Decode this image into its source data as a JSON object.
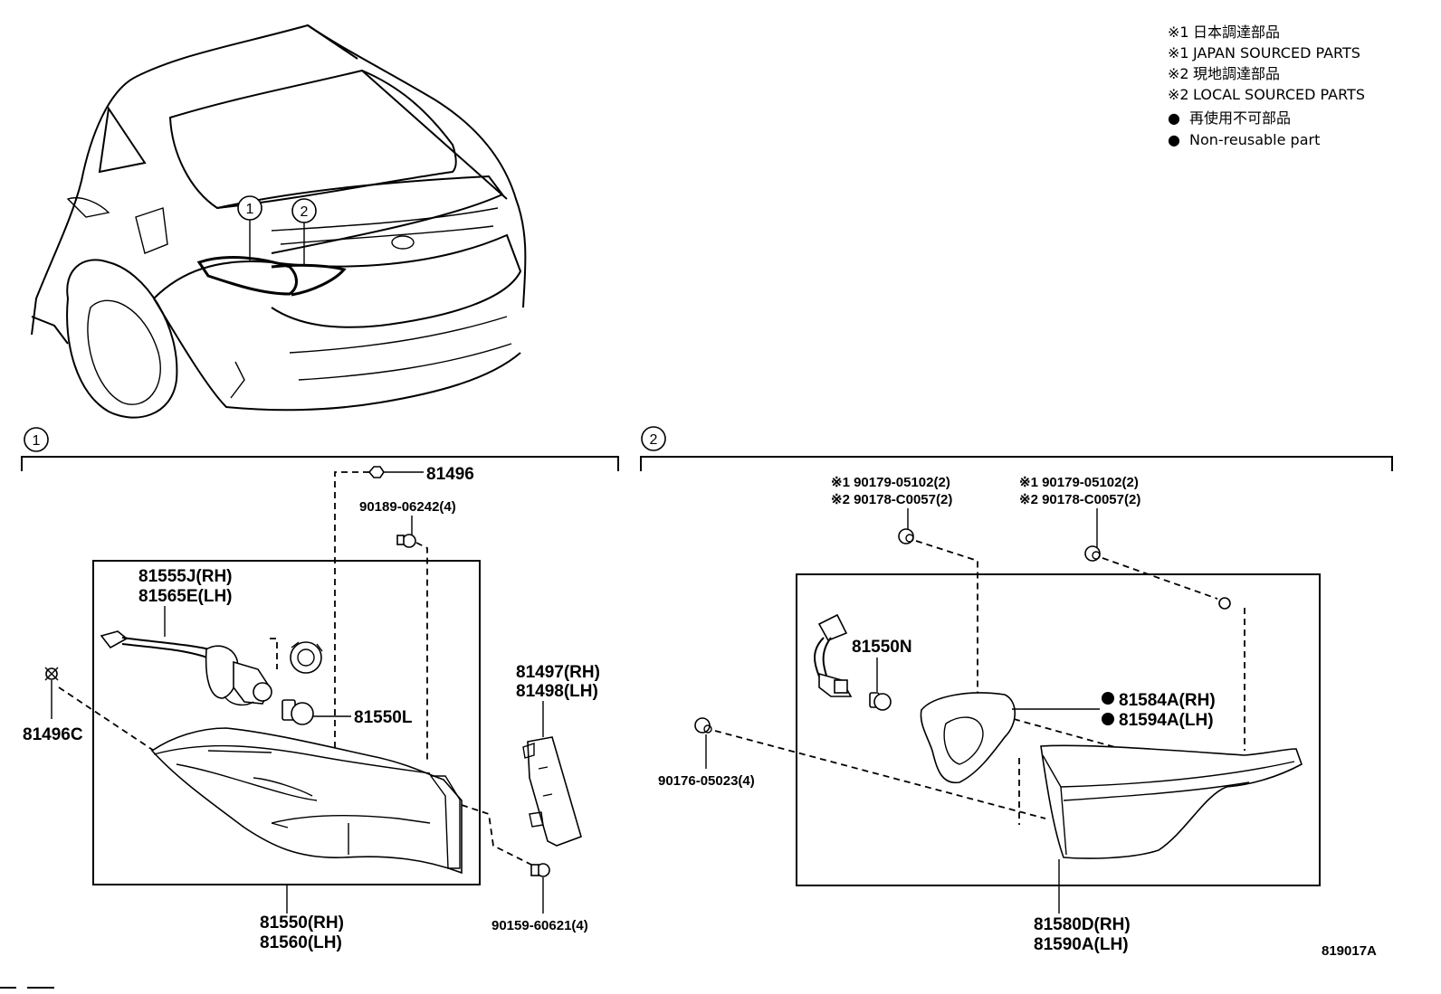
{
  "legend": [
    {
      "bullet": "※1",
      "text": "日本調達部品"
    },
    {
      "bullet": "※1",
      "text": "JAPAN SOURCED PARTS"
    },
    {
      "bullet": "※2",
      "text": "現地調達部品"
    },
    {
      "bullet": "※2",
      "text": "LOCAL SOURCED PARTS"
    },
    {
      "bullet": "●",
      "text": "再使用不可部品"
    },
    {
      "bullet": "●",
      "text": "Non-reusable part"
    }
  ],
  "callouts": {
    "c1": "1",
    "c2": "2"
  },
  "sections": {
    "s1": "1",
    "s2": "2"
  },
  "parts": {
    "p81496": "81496",
    "p90189": "90189-06242(4)",
    "p81555j": "81555J(RH)",
    "p81565e": "81565E(LH)",
    "p81550l": "81550L",
    "p81496c": "81496C",
    "p81497": "81497(RH)",
    "p81498": "81498(LH)",
    "p81550": "81550(RH)",
    "p81560": "81560(LH)",
    "p90159": "90159-60621(4)",
    "s2_a1": "※1 90179-05102(2)",
    "s2_a2": "※2 90178-C0057(2)",
    "s2_b1": "※1 90179-05102(2)",
    "s2_b2": "※2 90178-C0057(2)",
    "p81550n": "81550N",
    "p81584a": "81584A(RH)",
    "p81594a": "81594A(LH)",
    "p90176": "90176-05023(4)",
    "p81580d": "81580D(RH)",
    "p81590a": "81590A(LH)"
  },
  "diagram_id": "819017A"
}
